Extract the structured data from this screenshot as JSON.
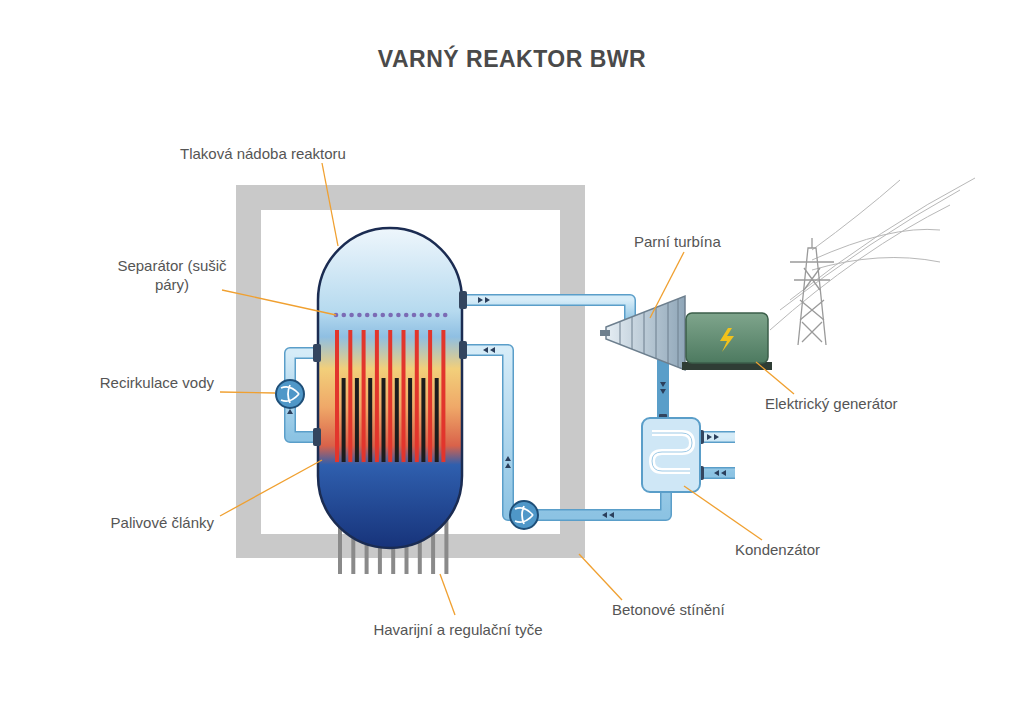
{
  "diagram": {
    "title": "VARNÝ REAKTOR BWR",
    "labels": [
      "Tlaková nádoba reaktoru",
      "Separátor (sušič páry)",
      "Recirkulace vody",
      "Palivové články",
      "Havarijní a regulační tyče",
      "Betonové stínění",
      "Parní turbína",
      "Elektrický generátor",
      "Kondenzátor"
    ]
  }
}
